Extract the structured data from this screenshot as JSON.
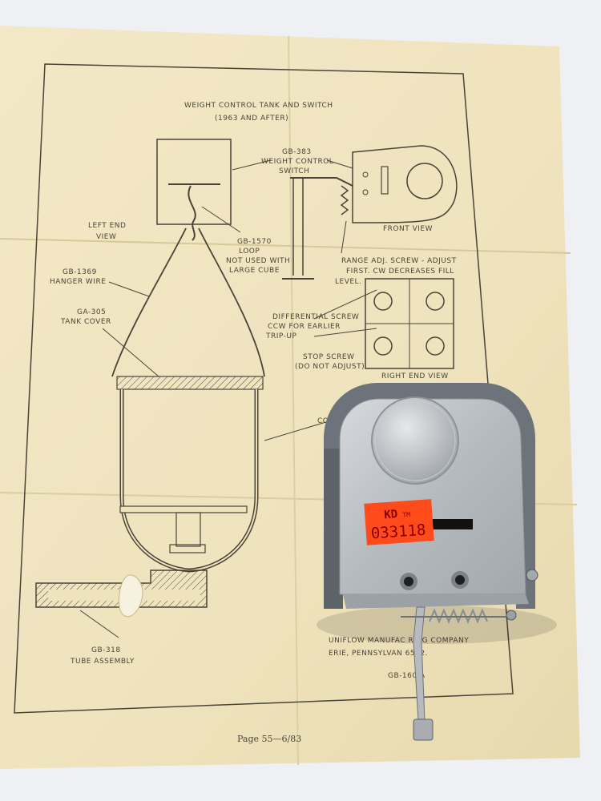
{
  "sheet": {
    "title": "WEIGHT CONTROL TANK AND SWITCH",
    "subtitle": "(1963 AND AFTER)",
    "footer": "Page 55—6/83",
    "callouts": {
      "switch_part": "GB-383",
      "switch_line1": "WEIGHT CONTROL",
      "switch_line2": "SWITCH",
      "left_end_1": "LEFT END",
      "left_end_2": "VIEW",
      "front_view": "FRONT VIEW",
      "loop_1": "GB-1570",
      "loop_2": "LOOP",
      "loop_3": "NOT USED WITH",
      "loop_4": "LARGE CUBE",
      "hanger_1": "GB-1369",
      "hanger_2": "HANGER WIRE",
      "range_1": "RANGE ADJ. SCREW - ADJUST",
      "range_2": "FIRST. CW DECREASES FILL",
      "range_3": "LEVEL.",
      "cover_1": "GA-305",
      "cover_2": "TANK COVER",
      "diff_1": "DIFFERENTIAL SCREW",
      "diff_2": "CCW FOR EARLIER",
      "diff_3": "TRIP-UP",
      "stop_1": "STOP SCREW",
      "stop_2": "(DO NOT ADJUST)",
      "right_end": "RIGHT END VIEW",
      "tube_1": "GB-318",
      "tube_2": "TUBE ASSEMBLY",
      "maker_1": "UNIFLOW MANUFAC    RING COMPANY",
      "maker_2": "ERIE, PENNSYLVAN    6512.",
      "part_no": "GB-160    A",
      "cut_off": "CO"
    }
  },
  "device": {
    "sticker_brand": "KD",
    "sticker_tm": "TM",
    "sticker_number": "033118"
  },
  "colors": {
    "paper": "#efe3bd",
    "ink": "#4a4438",
    "housing": "#6c737a",
    "plate": "#bfc3c7",
    "sticker": "#ff4a1c"
  }
}
